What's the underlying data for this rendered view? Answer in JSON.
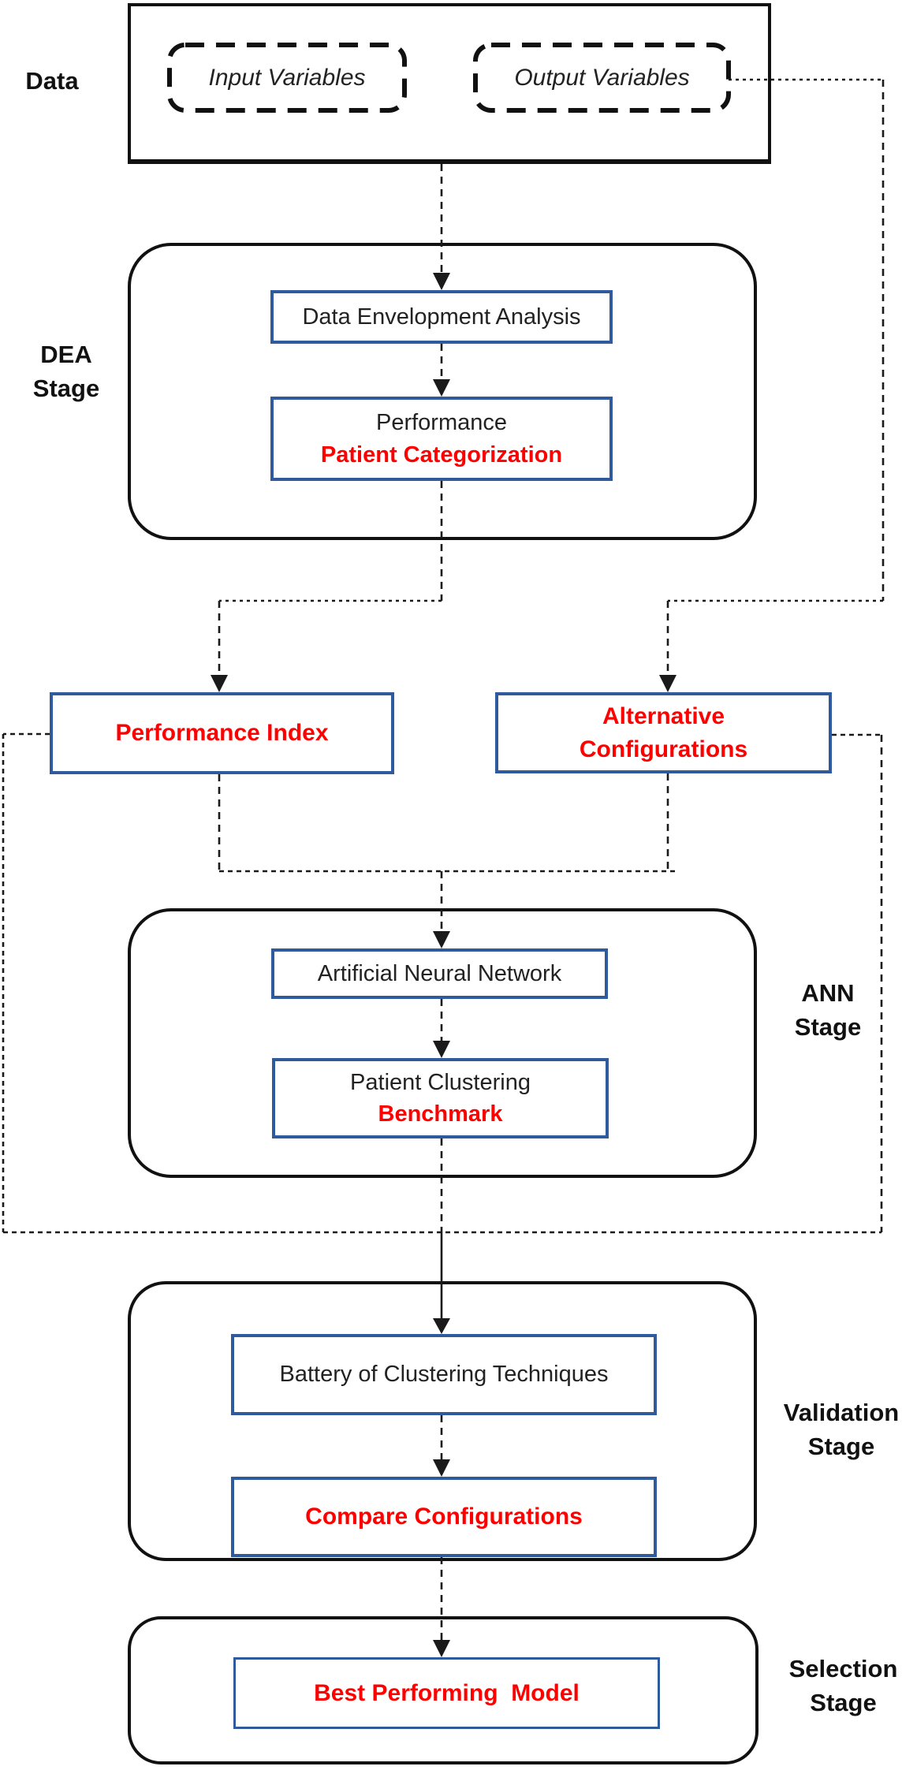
{
  "colors": {
    "blue_border": "#2f5b9e",
    "red_text": "#ff0000",
    "line": "#1a1a1a"
  },
  "stage_labels": {
    "data": "Data",
    "dea": [
      "DEA",
      "Stage"
    ],
    "ann": [
      "ANN",
      "Stage"
    ],
    "validation": [
      "Validation",
      "Stage"
    ],
    "selection": [
      "Selection",
      "Stage"
    ]
  },
  "boxes": {
    "input_variables": "Input Variables",
    "output_variables": "Output Variables",
    "dea": "Data Envelopment Analysis",
    "performance": {
      "line1": "Performance",
      "line2": "Patient Categorization"
    },
    "performance_index": "Performance Index",
    "alternative_configurations": [
      "Alternative",
      "Configurations"
    ],
    "ann": "Artificial Neural Network",
    "patient_clustering": {
      "line1": "Patient Clustering",
      "line2": "Benchmark"
    },
    "battery": "Battery of Clustering Techniques",
    "compare": "Compare Configurations",
    "best_model": "Best Performing  Model"
  }
}
